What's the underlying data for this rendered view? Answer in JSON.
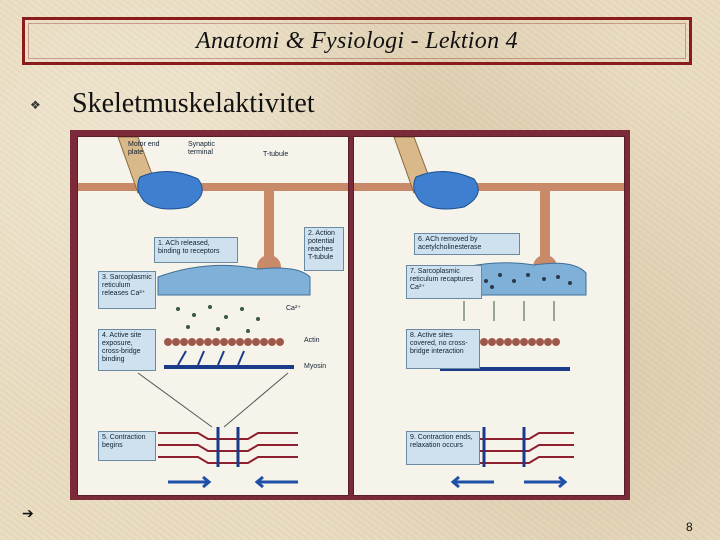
{
  "slide": {
    "title": "Anatomi & Fysiologi - Lektion 4",
    "bullet_symbol": "❖",
    "heading": "Skeletmuskelaktivitet",
    "nav_arrow": "➔",
    "page_number": "8"
  },
  "figure": {
    "left_panel": {
      "motor_end_plate": "Motor end plate",
      "synaptic_terminal": "Synaptic terminal",
      "t_tubule": "T-tubule",
      "step1": "1. ACh released, binding to receptors",
      "step2": "2. Action potential reaches T-tubule",
      "step3": "3. Sarcoplasmic reticulum releases Ca²⁺",
      "ca_label": "Ca²⁺",
      "step4": "4. Active site exposure, cross-bridge binding",
      "actin": "Actin",
      "myosin": "Myosin",
      "step5": "5. Contraction begins"
    },
    "right_panel": {
      "step6": "6. ACh removed by acetylcholinesterase",
      "step7": "7. Sarcoplasmic reticulum recaptures Ca²⁺",
      "step8": "8. Active sites covered, no cross-bridge interaction",
      "step9": "9. Contraction ends, relaxation occurs"
    }
  },
  "colors": {
    "frame": "#8a1c1c",
    "figure_border": "#7b2a3a",
    "nerve": "#d9b98a",
    "end_plate": "#3f7fcf",
    "sr": "#7fb0d8",
    "actin": "#a0584a",
    "myosin": "#1a3a8a",
    "sarcomere": "#8e1f2e",
    "arrow": "#1f4fa8"
  }
}
